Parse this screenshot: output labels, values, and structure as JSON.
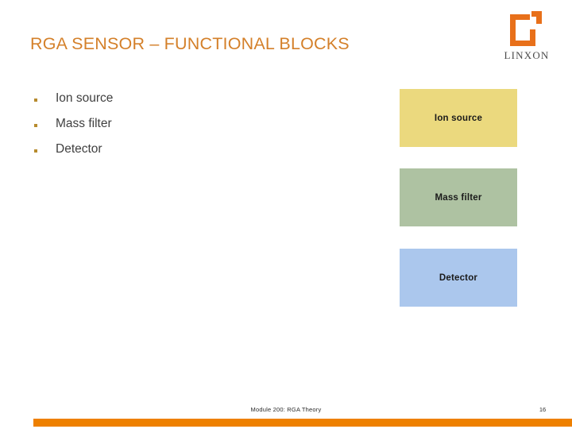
{
  "slide": {
    "title": "RGA SENSOR – FUNCTIONAL BLOCKS",
    "accent_color": "#ee8000",
    "title_color": "#d4802a",
    "background_color": "#ffffff"
  },
  "logo": {
    "wordmark": "LINXON",
    "mark_icon": "linxon-square-mark-icon",
    "mark_color": "#e8701a",
    "wordmark_color": "#4a4a4a"
  },
  "bullets": {
    "marker_color": "#b78b2e",
    "items": [
      {
        "label": "Ion source"
      },
      {
        "label": "Mass filter"
      },
      {
        "label": "Detector"
      }
    ]
  },
  "blocks": [
    {
      "label": "Ion source",
      "color": "#ebd97e"
    },
    {
      "label": "Mass filter",
      "color": "#aec2a2"
    },
    {
      "label": "Detector",
      "color": "#abc7ed"
    }
  ],
  "footer": {
    "text": "Module 200: RGA Theory",
    "page_number": "16"
  }
}
